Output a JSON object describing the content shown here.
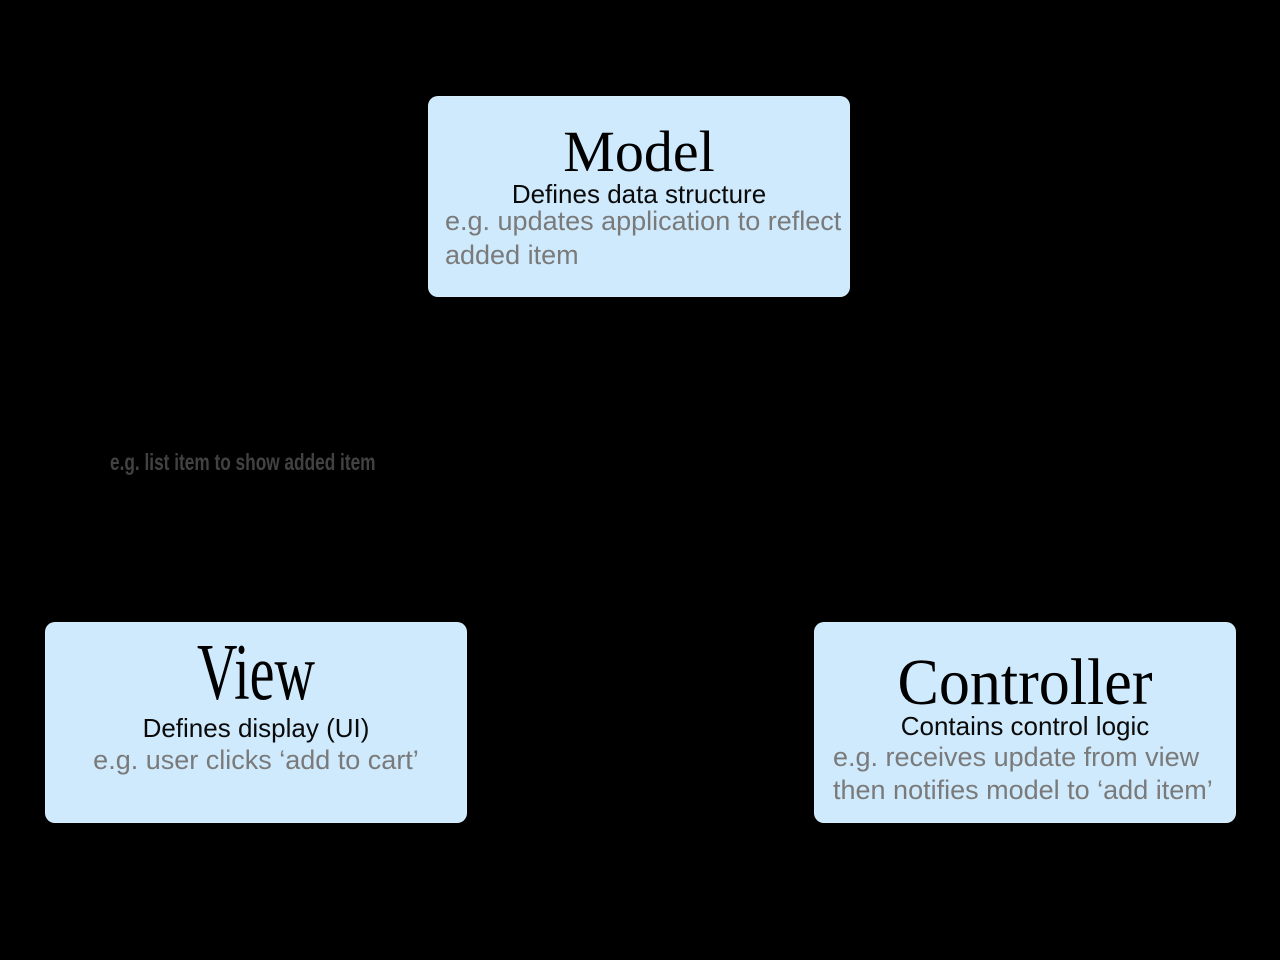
{
  "colors": {
    "background": "#000000",
    "box_fill": "#cfeafc",
    "title": "#000000",
    "subtitle": "#0a0a0a",
    "example_text": "#7a7a7a",
    "arrow_label": "#424242"
  },
  "boxes": {
    "model": {
      "title": "Model",
      "subtitle": "Defines data structure",
      "example_lines": [
        "e.g. updates application to reflect",
        "added item"
      ]
    },
    "view": {
      "title": "View",
      "subtitle": "Defines display (UI)",
      "example_lines": [
        "e.g. user clicks ‘add to cart’"
      ]
    },
    "controller": {
      "title": "Controller",
      "subtitle": "Contains control logic",
      "example_lines": [
        "e.g. receives update from view",
        "then notifies model to ‘add item’"
      ]
    }
  },
  "arrow_labels": {
    "model_to_view_example": "e.g. list item to show added item"
  }
}
